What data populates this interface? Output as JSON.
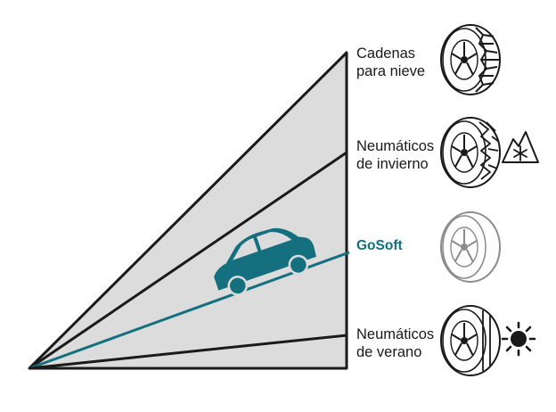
{
  "colors": {
    "accent": "#14707f",
    "triangle_fill": "#dcdcdc",
    "line": "#1a1a1a"
  },
  "labels": {
    "chains": [
      "Cadenas",
      "para nieve"
    ],
    "winter": [
      "Neumáticos",
      "de invierno"
    ],
    "gosoft": "GoSoft",
    "summer": [
      "Neumáticos",
      "de verano"
    ]
  },
  "icons": {
    "chains": "tire-with-snow-chains-icon",
    "winter": "winter-tire-icon",
    "winter_badge": "mountain-snowflake-icon",
    "gosoft": "gosoft-tire-icon",
    "summer": "summer-tire-icon",
    "summer_badge": "sun-icon",
    "vehicle": "car-icon"
  }
}
